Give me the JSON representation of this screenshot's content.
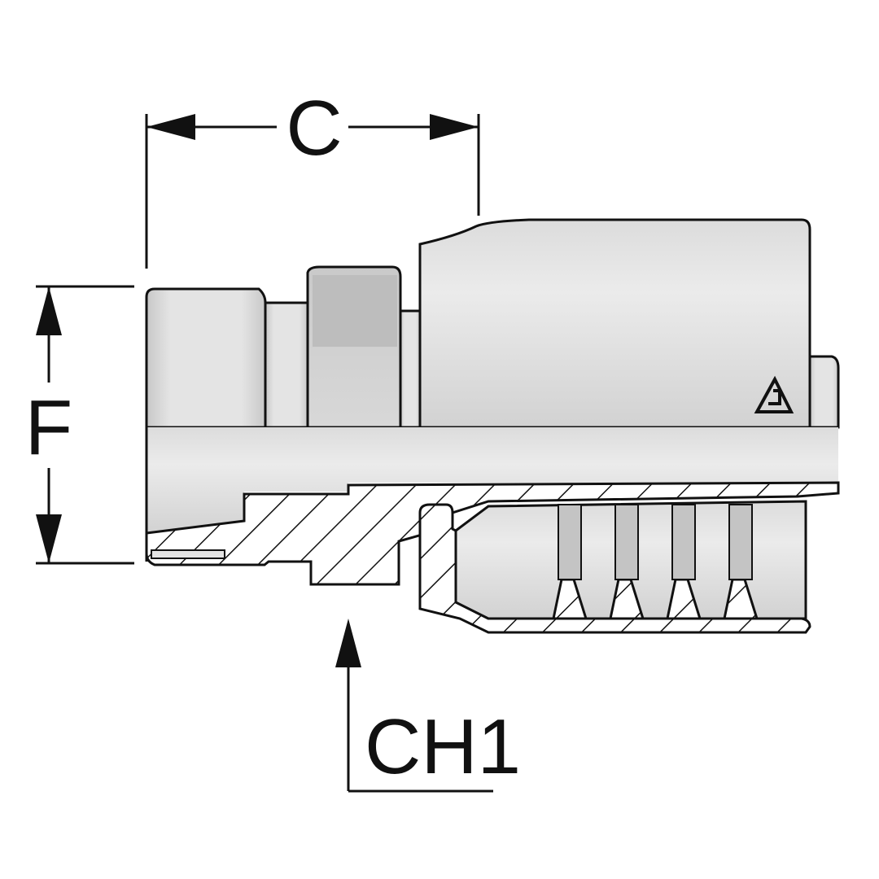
{
  "labels": {
    "dimension_c": "C",
    "dimension_f": "F",
    "dimension_ch1": "CH1"
  },
  "colors": {
    "line": "#111111",
    "metal_light": "#e6e6e6",
    "metal_mid": "#cfcfcf",
    "metal_dark": "#b3b3b3",
    "background": "#ffffff"
  },
  "logo": {
    "icon": "manufacturer-logo-icon"
  }
}
